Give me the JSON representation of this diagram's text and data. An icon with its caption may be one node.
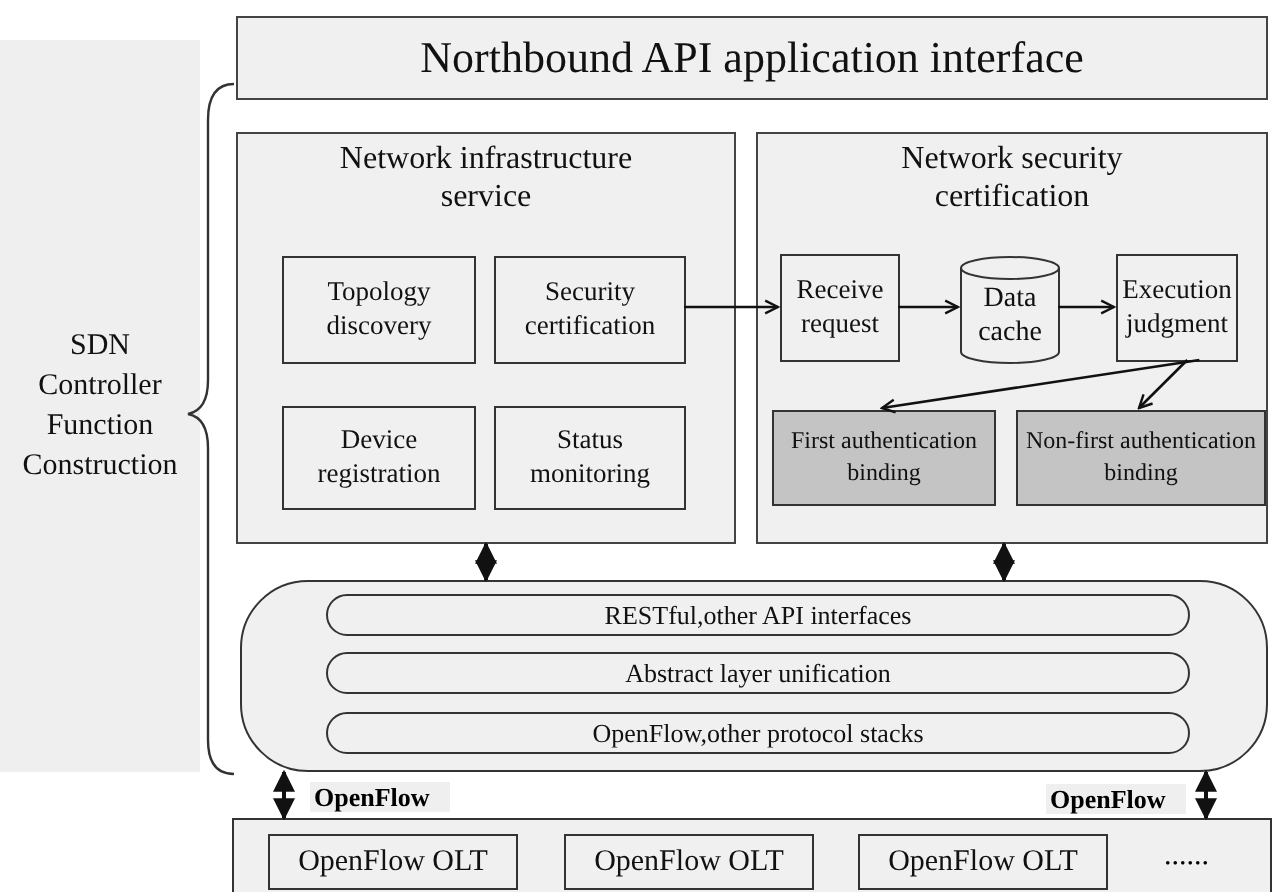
{
  "diagram": {
    "nodes": [
      {
        "text": [
          "Northbound API application interface"
        ]
      },
      {
        "text": [
          "SDN Controller Function Construction"
        ]
      },
      {
        "text": [
          "Network infrastructure service"
        ]
      },
      {
        "text": [
          "Topology discovery"
        ],
        "in": 2
      },
      {
        "text": [
          "Security certification"
        ],
        "in": 2
      },
      {
        "text": [
          "Device registration"
        ],
        "in": 2
      },
      {
        "text": [
          "Status monitoring"
        ],
        "in": 2
      },
      {
        "text": [
          "Network security certification"
        ]
      },
      {
        "text": [
          "Receive request"
        ],
        "in": 7
      },
      {
        "text": [
          "Data cache"
        ],
        "in": 7
      },
      {
        "text": [
          "Execution judgment"
        ],
        "in": 7
      },
      {
        "text": [
          "First authentication binding"
        ],
        "in": 7
      },
      {
        "text": [
          "Non-first authentication binding"
        ],
        "in": 7
      },
      {
        "text": [],
        "shape": "box"
      },
      {
        "text": [
          "RESTful,other API interfaces"
        ],
        "in": 13
      },
      {
        "text": [
          "Abstract layer unification"
        ],
        "in": 13
      },
      {
        "text": [
          "OpenFlow,other protocol stacks"
        ],
        "in": 13
      },
      {
        "text": [],
        "shape": "box"
      },
      {
        "text": [
          "OpenFlow OLT"
        ],
        "in": 17
      },
      {
        "text": [
          "OpenFlow OLT"
        ],
        "in": 17
      },
      {
        "text": [
          "OpenFlow OLT"
        ],
        "in": 17
      }
    ],
    "edges": [
      {
        "from": 4,
        "to": 8,
        "arrow": "to"
      },
      {
        "from": 8,
        "to": 9,
        "arrow": "to"
      },
      {
        "from": 9,
        "to": 10,
        "arrow": "to"
      },
      {
        "from": 10,
        "to": 11,
        "arrow": "to"
      },
      {
        "from": 10,
        "to": 12,
        "arrow": "to"
      },
      {
        "from": 2,
        "to": 13,
        "arrow": "both"
      },
      {
        "from": 7,
        "to": 13,
        "arrow": "both"
      },
      {
        "from": 13,
        "to": 17,
        "arrow": "both",
        "label": "OpenFlow"
      },
      {
        "from": 13,
        "to": 17,
        "arrow": "both",
        "label": "OpenFlow"
      }
    ],
    "labels": [
      "......"
    ]
  }
}
